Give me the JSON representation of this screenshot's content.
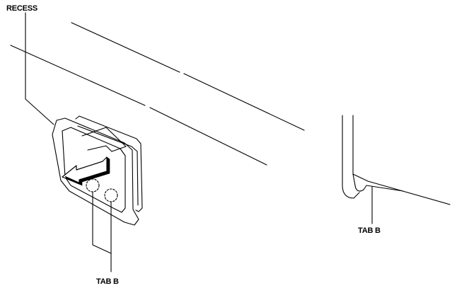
{
  "labels": {
    "recess": "RECESS",
    "tab_b_left": "TAB B",
    "tab_b_right": "TAB B"
  },
  "colors": {
    "stroke": "#000000",
    "background": "#ffffff"
  }
}
